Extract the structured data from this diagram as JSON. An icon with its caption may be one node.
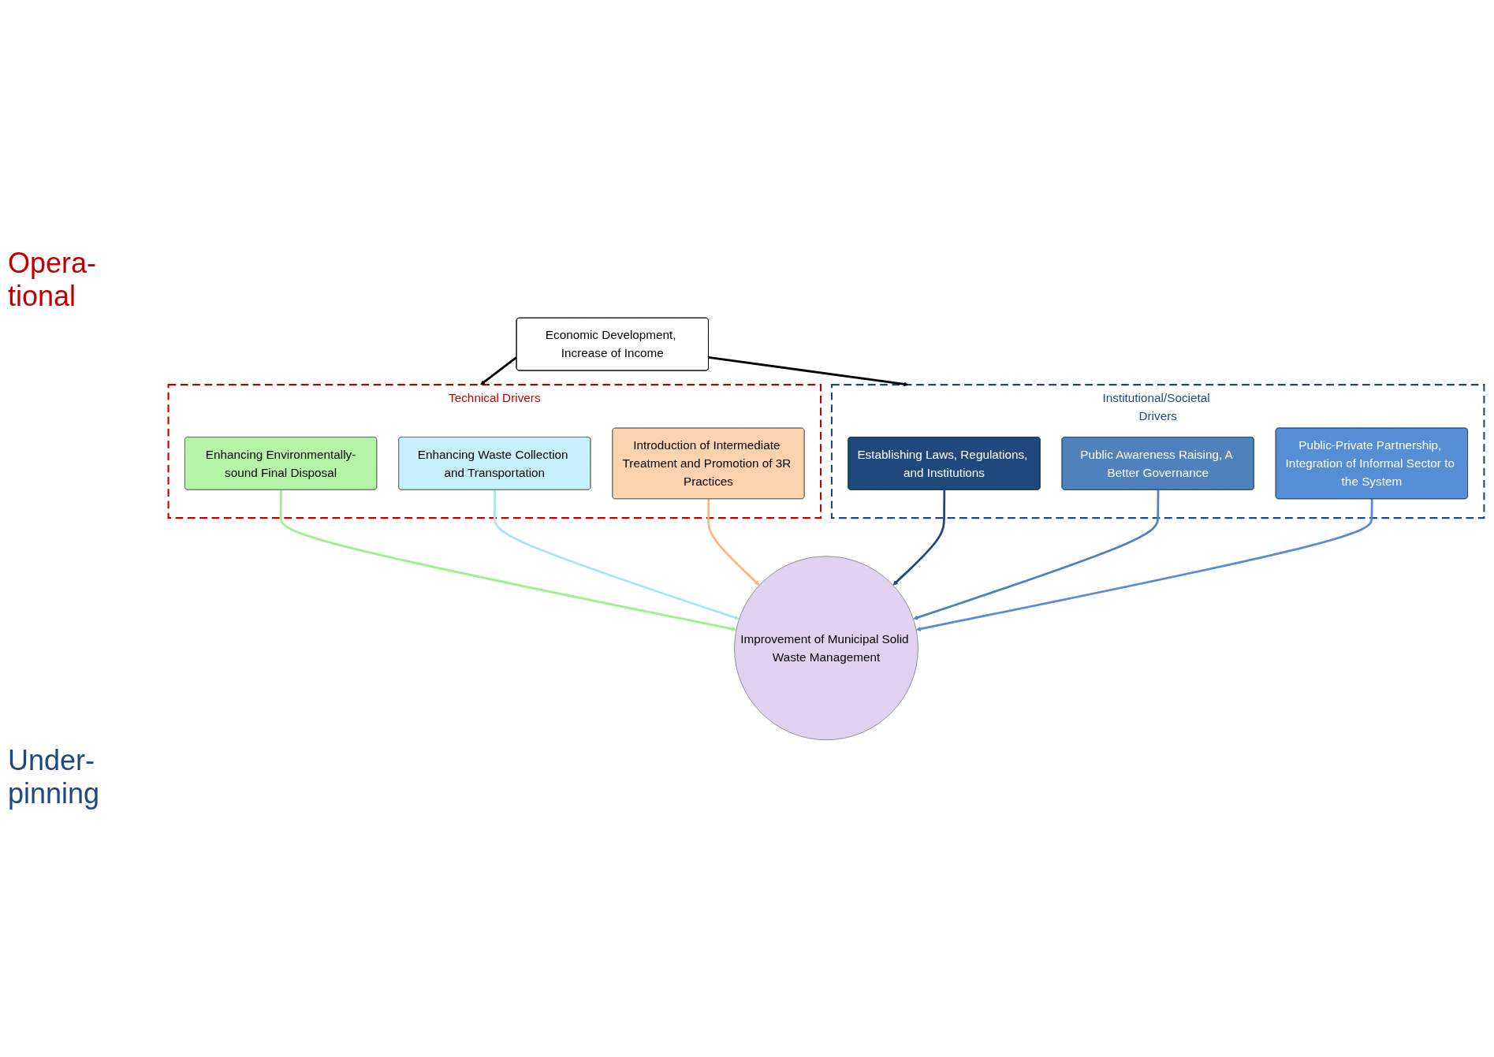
{
  "diagram": {
    "nodes": [
      {
        "text": [
          "Technical Drivers"
        ]
      },
      {
        "text": [
          "Enhancing Environmentally-sound Final Disposal"
        ],
        "in": 0
      },
      {
        "text": [
          "Enhancing Waste Collection and Transportation"
        ],
        "in": 0
      },
      {
        "text": [
          "Introduction of Intermediate Treatment and Promotion of 3R Practices"
        ],
        "in": 0
      },
      {
        "text": [
          "Improvement of Municipal Solid Waste Management"
        ]
      },
      {
        "text": [
          "Institutional/Societal Drivers"
        ]
      },
      {
        "text": [
          "Establishing Laws, Regulations, and Institutions"
        ],
        "in": 5
      },
      {
        "text": [
          "Public Awareness Raising, A Better Governance"
        ],
        "in": 5
      },
      {
        "text": [
          "Public-Private Partnership, Integration of Informal Sector to the System"
        ],
        "in": 5
      },
      {
        "text": [
          "Economic Development, Increase of Income"
        ]
      }
    ],
    "edges": [
      {
        "from": 1,
        "to": 4,
        "arrow": "to",
        "color": "#99f28a"
      },
      {
        "from": 2,
        "to": 4,
        "arrow": "to",
        "color": "#a8e4f7"
      },
      {
        "from": 3,
        "to": 4,
        "arrow": "to",
        "color": "#f9b77d"
      },
      {
        "from": 6,
        "to": 4,
        "arrow": "to",
        "color": "#1f497d"
      },
      {
        "from": 7,
        "to": 4,
        "arrow": "to",
        "color": "#4f81bd"
      },
      {
        "from": 8,
        "to": 4,
        "arrow": "to",
        "color": "#558ed5"
      },
      {
        "from": 9,
        "to": 0,
        "arrow": "to"
      },
      {
        "from": 9,
        "to": 5,
        "arrow": "to"
      }
    ],
    "labels": [
      "Opera-tional",
      "Under-pinning"
    ]
  }
}
